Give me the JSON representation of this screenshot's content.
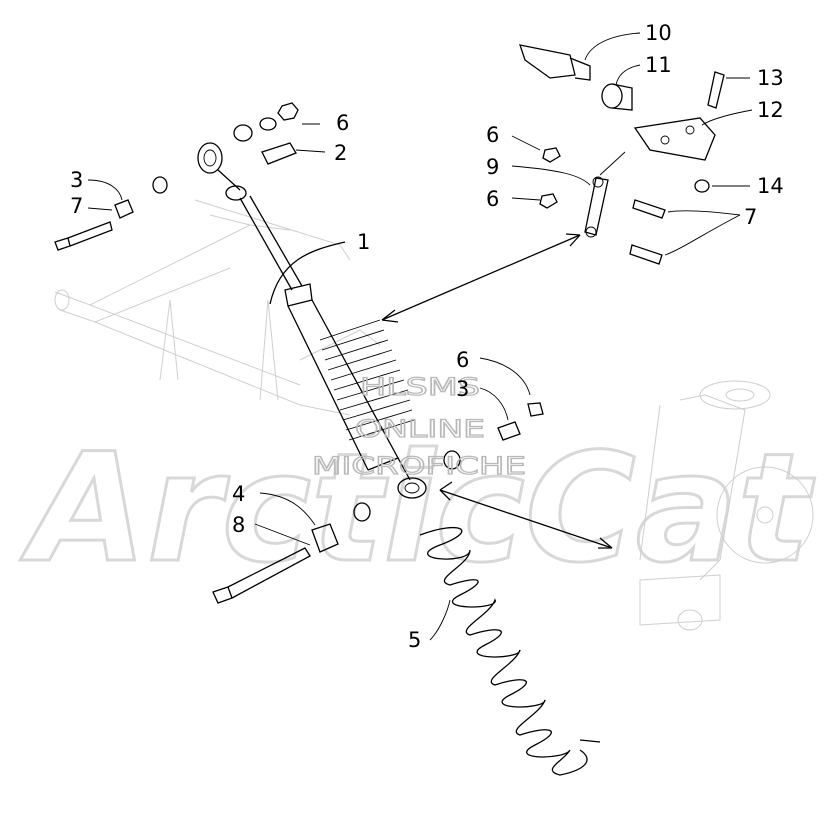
{
  "diagram": {
    "callouts": [
      {
        "id": "1",
        "label": "1"
      },
      {
        "id": "2",
        "label": "2"
      },
      {
        "id": "3a",
        "label": "3"
      },
      {
        "id": "3b",
        "label": "3"
      },
      {
        "id": "4",
        "label": "4"
      },
      {
        "id": "5",
        "label": "5"
      },
      {
        "id": "6a",
        "label": "6"
      },
      {
        "id": "6b",
        "label": "6"
      },
      {
        "id": "6c",
        "label": "6"
      },
      {
        "id": "6d",
        "label": "6"
      },
      {
        "id": "7a",
        "label": "7"
      },
      {
        "id": "7b",
        "label": "7"
      },
      {
        "id": "8",
        "label": "8"
      },
      {
        "id": "9",
        "label": "9"
      },
      {
        "id": "10",
        "label": "10"
      },
      {
        "id": "11",
        "label": "11"
      },
      {
        "id": "12",
        "label": "12"
      },
      {
        "id": "13",
        "label": "13"
      },
      {
        "id": "14",
        "label": "14"
      }
    ],
    "watermark": {
      "line1": "HLSMS",
      "line2": "ONLINE",
      "line3": "MICROFICHE",
      "brand": "ArcticCat"
    }
  }
}
